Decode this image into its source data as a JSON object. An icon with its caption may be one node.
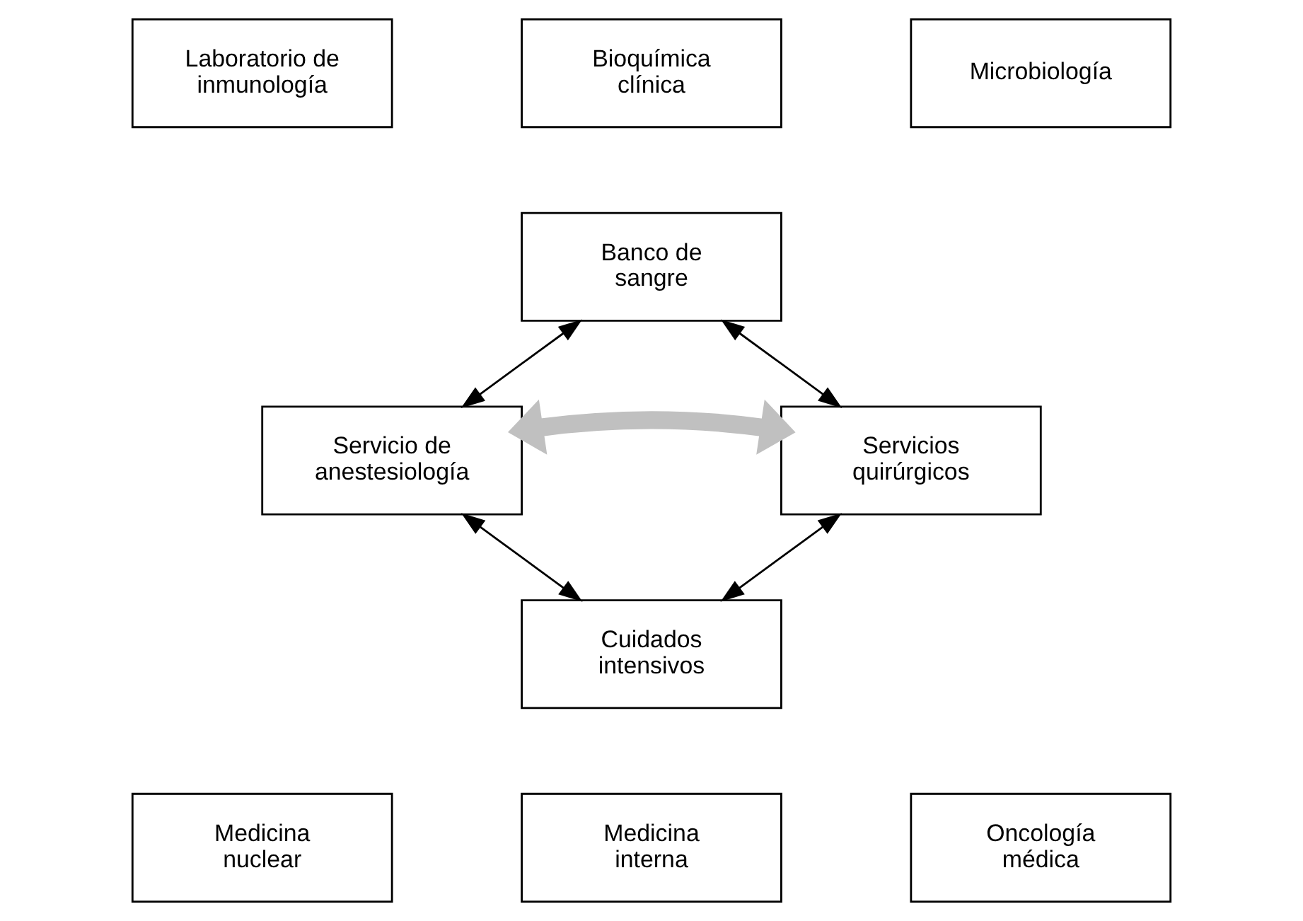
{
  "diagram": {
    "nodes": [
      {
        "text": [
          "Laboratorio de inmunología"
        ]
      },
      {
        "text": [
          "Bioquímica clínica"
        ]
      },
      {
        "text": [
          "Microbiología"
        ]
      },
      {
        "text": [
          "Banco de sangre"
        ]
      },
      {
        "text": [
          "Servicio de anestesiología"
        ]
      },
      {
        "text": [
          "Servicios quirúrgicos"
        ]
      },
      {
        "text": [
          "Cuidados intensivos"
        ]
      },
      {
        "text": [
          "Medicina nuclear"
        ]
      },
      {
        "text": [
          "Medicina interna"
        ]
      },
      {
        "text": [
          "Oncología médica"
        ]
      }
    ],
    "edges": [
      {
        "from": 3,
        "to": 4,
        "arrow": "both"
      },
      {
        "from": 3,
        "to": 5,
        "arrow": "both"
      },
      {
        "from": 4,
        "to": 5,
        "arrow": "both",
        "style": "thick",
        "color": "#c0c0c0"
      },
      {
        "from": 4,
        "to": 6,
        "arrow": "both"
      },
      {
        "from": 5,
        "to": 6,
        "arrow": "both"
      }
    ]
  }
}
